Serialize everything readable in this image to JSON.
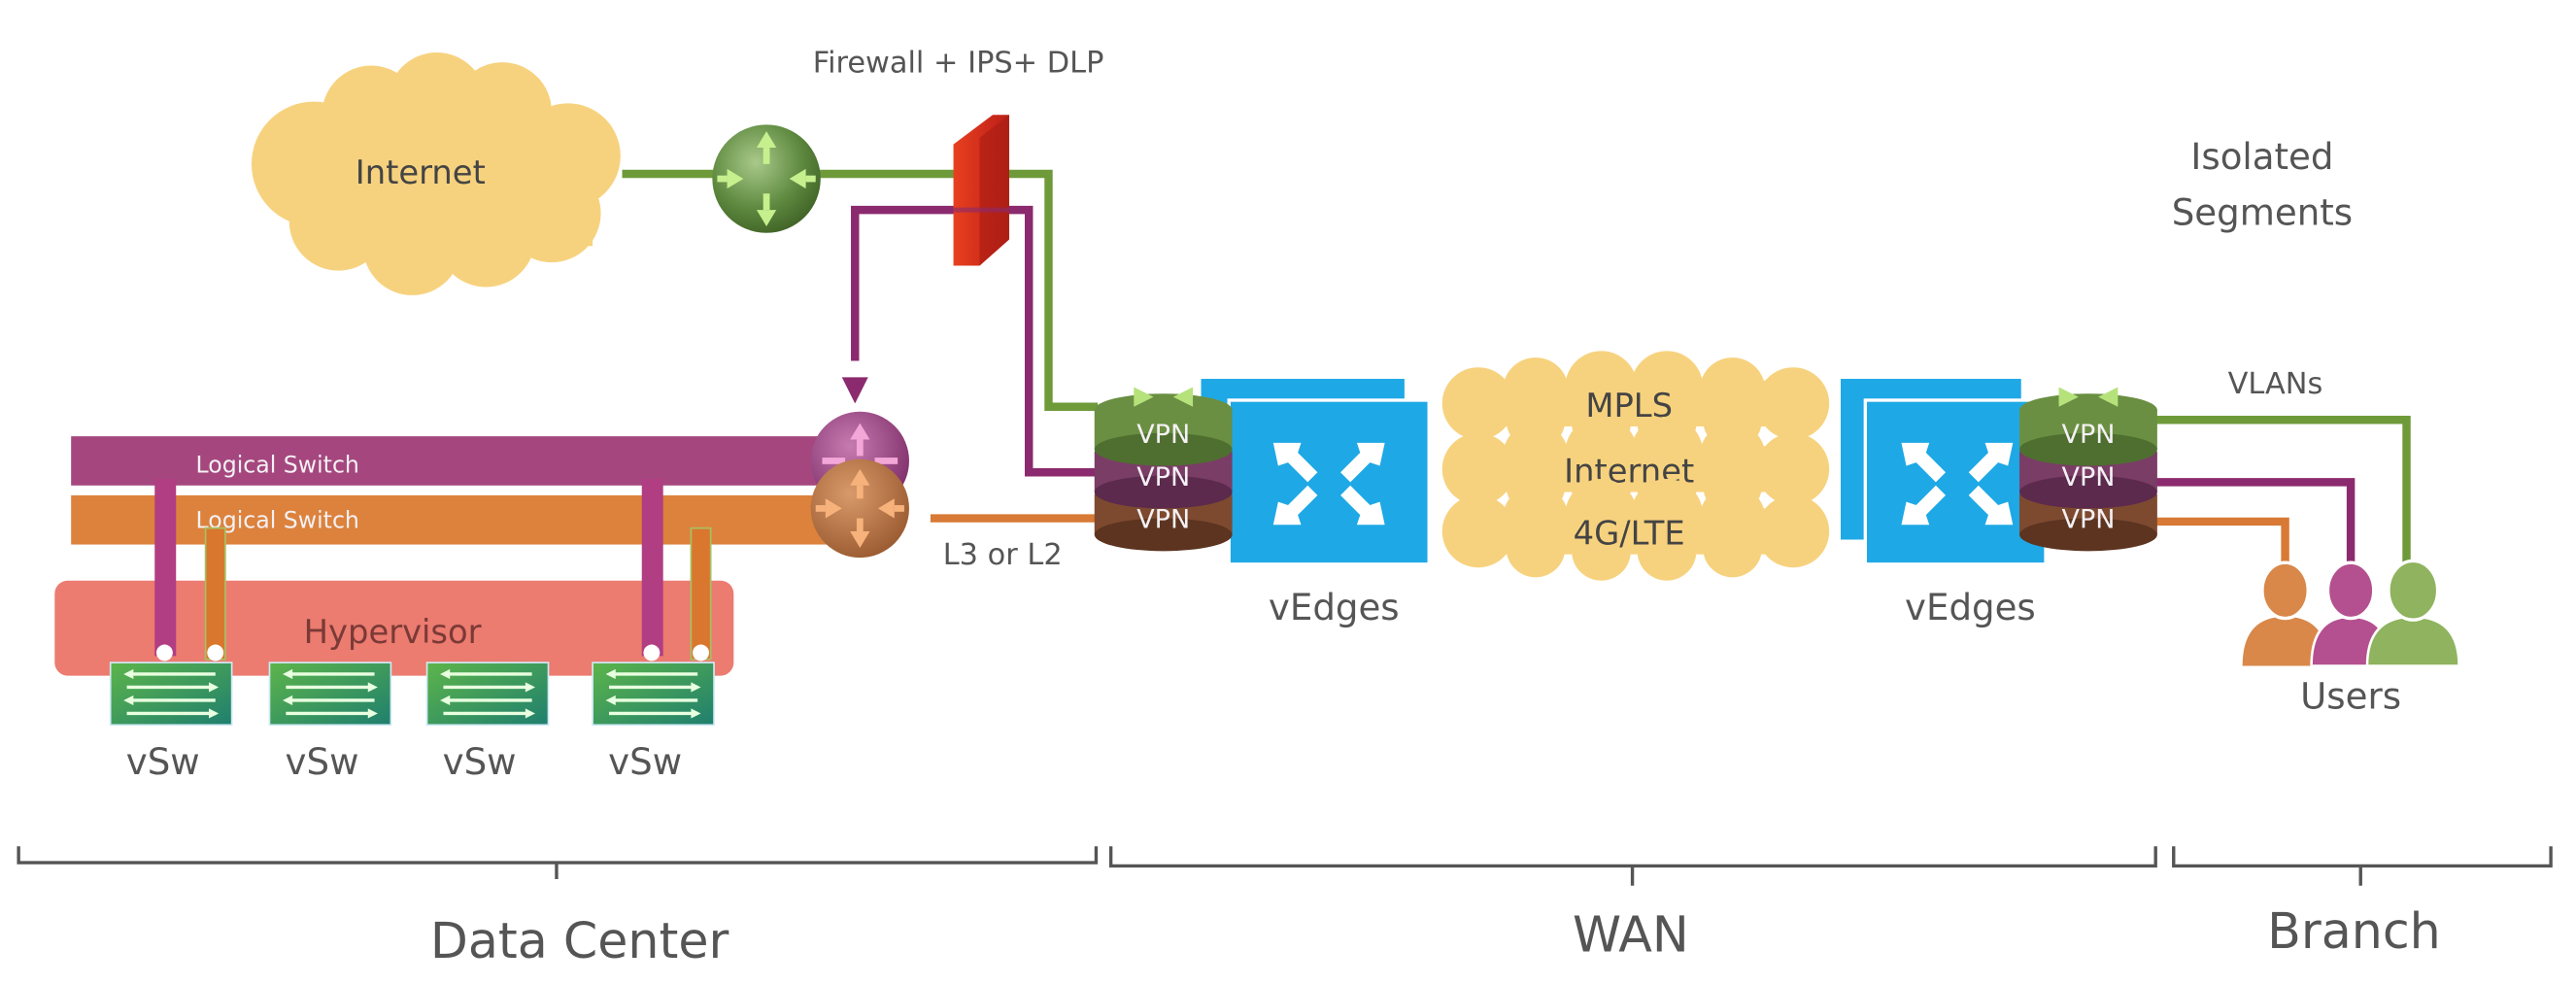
{
  "labels": {
    "firewall": "Firewall + IPS+ DLP",
    "internet_cloud": "Internet",
    "isolated_segments_line1": "Isolated",
    "isolated_segments_line2": "Segments",
    "logical_switch_1": "Logical Switch",
    "logical_switch_2": "Logical Switch",
    "hypervisor": "Hypervisor",
    "l3_or_l2": "L3 or L2",
    "vedges_left": "vEdges",
    "vedges_right": "vEdges",
    "vlans": "VLANs",
    "users": "Users",
    "wan_transports": [
      "MPLS",
      "Internet",
      "4G/LTE"
    ],
    "vpn_left": [
      "VPN",
      "VPN",
      "VPN"
    ],
    "vpn_right": [
      "VPN",
      "VPN",
      "VPN"
    ],
    "vsw": [
      "vSw",
      "vSw",
      "vSw",
      "vSw"
    ]
  },
  "sections": [
    {
      "label": "Data Center"
    },
    {
      "label": "WAN"
    },
    {
      "label": "Branch"
    }
  ],
  "colors": {
    "green": "#6f9a3a",
    "purple": "#8b2a6e",
    "orange": "#d87a35",
    "cloud": "#f7d27e",
    "firewall": "#d93a20",
    "vedge_blue": "#1ea8e6",
    "hypervisor": "#ec7b70"
  },
  "icons": {
    "internet_router": "router-icon",
    "firewall": "firewall-icon",
    "dc_router_purple": "router-icon",
    "dc_router_orange": "router-icon",
    "vedge": "vedge-router-icon",
    "vpn_stack": "vpn-stack-icon",
    "vswitch": "vswitch-icon",
    "users": "users-icon"
  }
}
